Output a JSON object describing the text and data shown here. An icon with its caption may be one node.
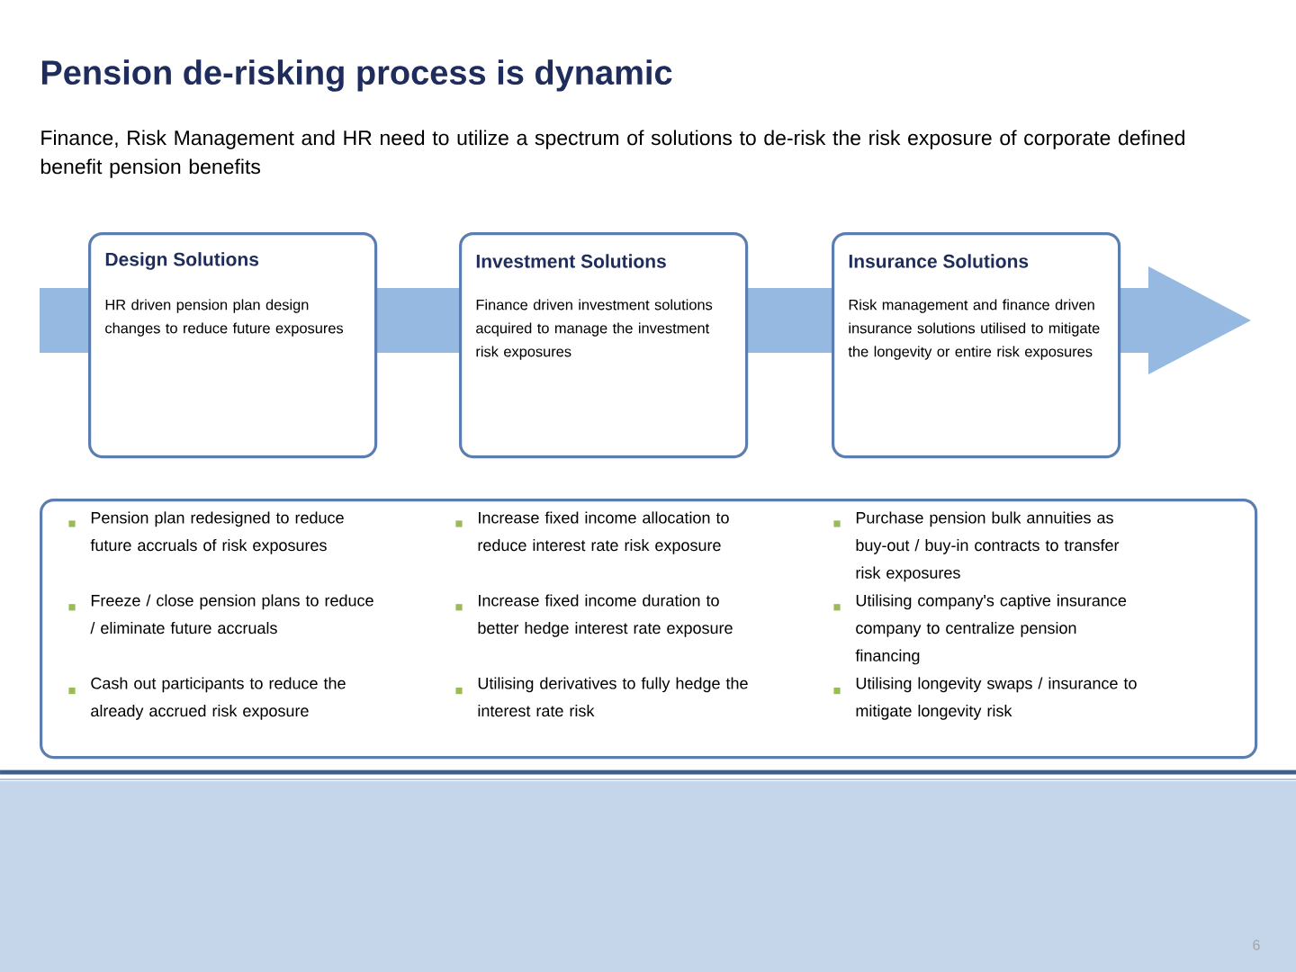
{
  "diagram": {
    "title": "Pension de-risking process is dynamic",
    "nodes": [
      {
        "text": [
          "Design Solutions",
          "HR driven pension plan design changes to reduce future exposures"
        ]
      },
      {
        "text": [
          "Investment Solutions",
          "Finance driven investment solutions acquired to manage the investment risk exposures"
        ]
      },
      {
        "text": [
          "Insurance Solutions",
          "Risk management and finance driven insurance solutions utilised to mitigate the longevity or entire risk exposures"
        ]
      },
      {
        "text": [
          "Pension plan redesigned to reduce future accruals of risk exposures",
          "Freeze / close pension plans to reduce / eliminate future accruals",
          "Cash out participants to reduce the already accrued risk exposure",
          "Increase fixed income allocation to reduce interest rate risk exposure",
          "Increase fixed income duration to better hedge interest rate exposure",
          "Utilising derivatives to fully hedge the interest rate risk",
          "Purchase pension bulk annuities as buy-out / buy-in contracts to transfer risk exposures",
          "Utilising company's captive insurance company to centralize pension financing",
          "Utilising longevity swaps / insurance to mitigate longevity risk"
        ]
      }
    ],
    "edges": [],
    "labels": [
      "Finance, Risk Management and HR need to utilize a spectrum of solutions to de-risk the risk exposure of corporate defined benefit pension benefits",
      "6"
    ]
  }
}
